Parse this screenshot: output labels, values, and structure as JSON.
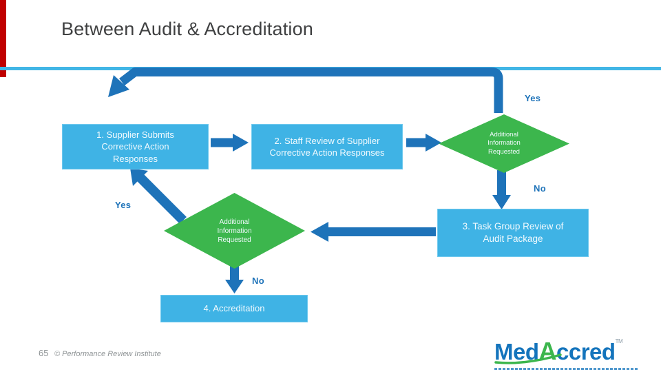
{
  "slide": {
    "title": "Between Audit & Accreditation",
    "page_number": "65",
    "copyright": "© Performance Review Institute"
  },
  "flowchart": {
    "boxes": {
      "box1": "1. Supplier Submits Corrective Action Responses",
      "box2": "2. Staff Review of Supplier Corrective Action Responses",
      "box3": "3. Task Group Review of Audit Package",
      "box4": "4. Accreditation"
    },
    "decisions": {
      "diamond1": "Additional Information Requested",
      "diamond2": "Additional Information Requested"
    },
    "labels": {
      "yes_top": "Yes",
      "no_right": "No",
      "yes_left": "Yes",
      "no_bottom": "No"
    }
  },
  "logo": {
    "med": "Med",
    "a": "A",
    "ccred": "ccred",
    "tm": "TM"
  },
  "colors": {
    "accent_bar": "#C00000",
    "rule": "#41B6E6",
    "box_fill": "#3FB3E5",
    "box_border": "#6FC9EE",
    "box_text": "#F2FAFE",
    "diamond_fill": "#3CB64D",
    "connector": "#1E73B9",
    "label_text": "#1E73B9",
    "title_text": "#3F4041",
    "footer_text": "#8F9496",
    "logo_blue": "#1474BC",
    "logo_green": "#3CB64D"
  }
}
